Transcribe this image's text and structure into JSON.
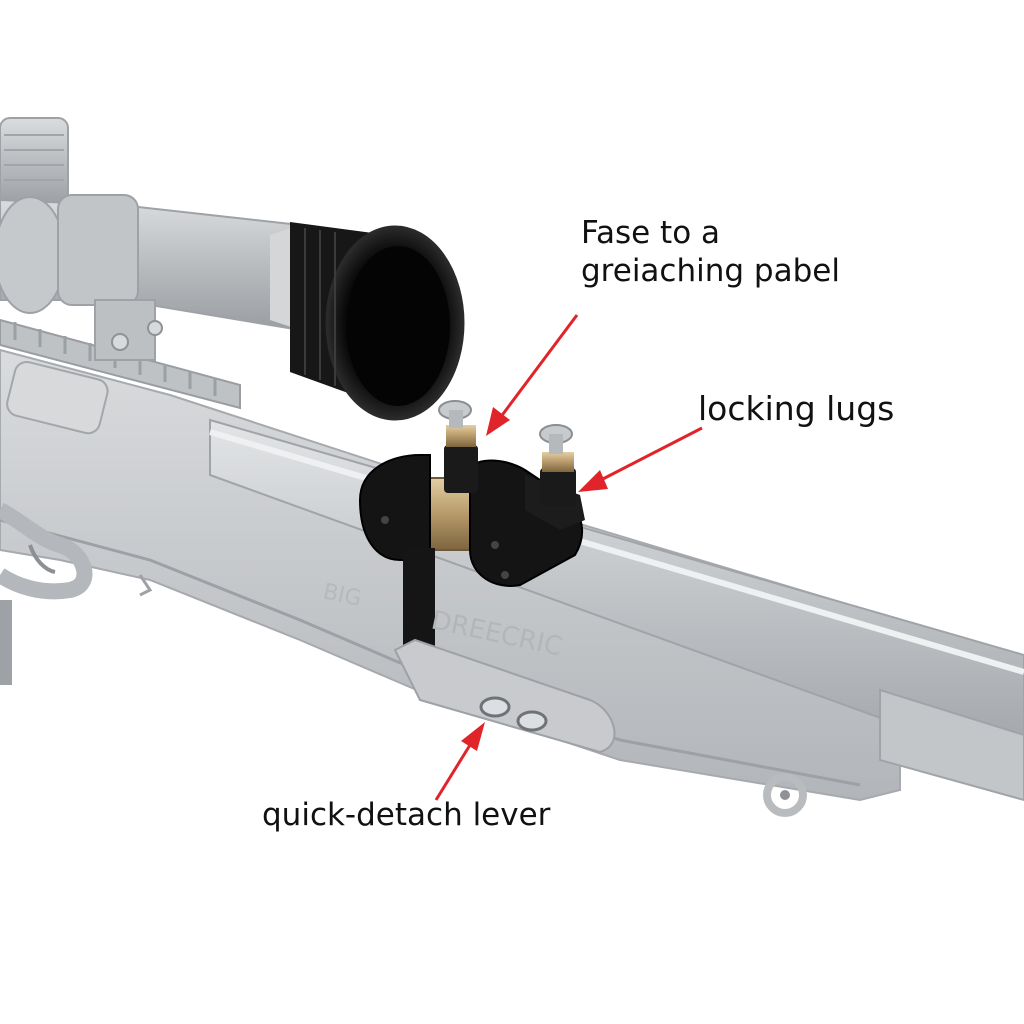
{
  "labels": {
    "top_line_1": "Fase to a",
    "top_line_2": "greiaching рabel",
    "locking_lugs": "locking lugs",
    "quick_detach": "quick-detach lever"
  },
  "stock_engraving": {
    "small_mark": "BIG",
    "brand_mark": "DREECRIC"
  },
  "colors": {
    "background": "#ffffff",
    "receiver": "#c9cbce",
    "receiver_shadow": "#a9acb0",
    "scope_body": "#bfc2c6",
    "objective_bell": "#121212",
    "mount_ring": "#161616",
    "brass": "#b79a6a",
    "arrow": "#e0242a",
    "label_text": "#111111"
  }
}
